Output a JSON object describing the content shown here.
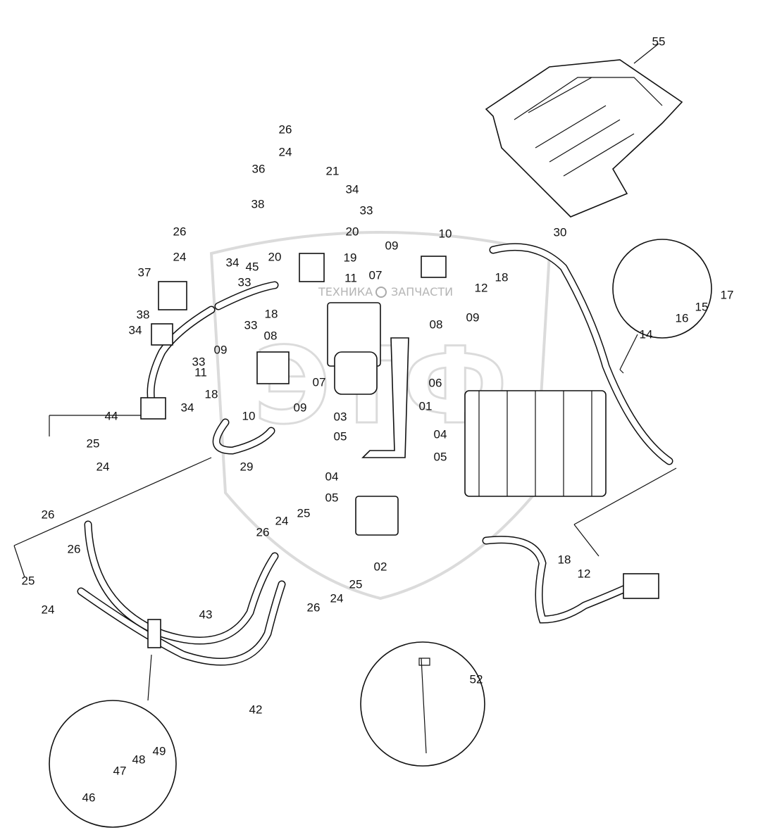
{
  "diagram": {
    "watermark": {
      "left": "ТЕХНИКА",
      "right": "ЗАПЧАСТИ",
      "emblem": "ЭТФ"
    },
    "callouts": [
      "55",
      "26",
      "24",
      "21",
      "36",
      "34",
      "38",
      "33",
      "20",
      "26",
      "24",
      "37",
      "34",
      "20",
      "45",
      "19",
      "33",
      "38",
      "34",
      "33",
      "18",
      "11",
      "10",
      "09",
      "18",
      "12",
      "30",
      "07",
      "08",
      "09",
      "08",
      "09",
      "07",
      "06",
      "33",
      "11",
      "18",
      "10",
      "09",
      "34",
      "44",
      "29",
      "03",
      "01",
      "05",
      "04",
      "05",
      "04",
      "05",
      "25",
      "24",
      "26",
      "24",
      "25",
      "26",
      "26",
      "25",
      "24",
      "02",
      "25",
      "24",
      "26",
      "43",
      "42",
      "18",
      "12",
      "14",
      "16",
      "15",
      "17",
      "52",
      "46",
      "47",
      "48",
      "49"
    ]
  }
}
